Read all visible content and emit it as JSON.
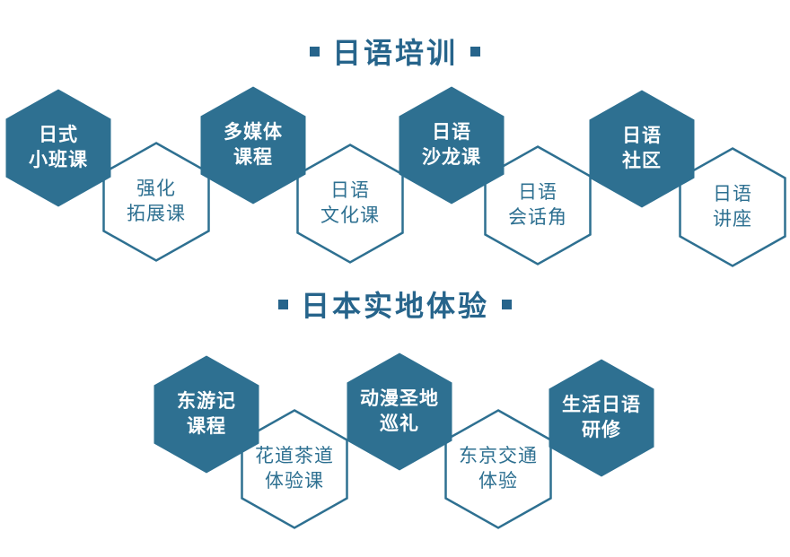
{
  "colors": {
    "hex_fill": "#2e7091",
    "hex_outline": "#2e7091",
    "title": "#26648b",
    "background": "#ffffff"
  },
  "sections": [
    {
      "title": "日语培训",
      "hexagons": [
        {
          "label": "日式\n小班课",
          "variant": "filled"
        },
        {
          "label": "强化\n拓展课",
          "variant": "outline"
        },
        {
          "label": "多媒体\n课程",
          "variant": "filled"
        },
        {
          "label": "日语\n文化课",
          "variant": "outline"
        },
        {
          "label": "日语\n沙龙课",
          "variant": "filled"
        },
        {
          "label": "日语\n会话角",
          "variant": "outline"
        },
        {
          "label": "日语\n社区",
          "variant": "filled"
        },
        {
          "label": "日语\n讲座",
          "variant": "outline"
        }
      ]
    },
    {
      "title": "日本实地体验",
      "hexagons": [
        {
          "label": "东游记\n课程",
          "variant": "filled"
        },
        {
          "label": "花道茶道\n体验课",
          "variant": "outline"
        },
        {
          "label": "动漫圣地\n巡礼",
          "variant": "filled"
        },
        {
          "label": "东京交通\n体验",
          "variant": "outline"
        },
        {
          "label": "生活日语\n研修",
          "variant": "filled"
        }
      ]
    }
  ]
}
